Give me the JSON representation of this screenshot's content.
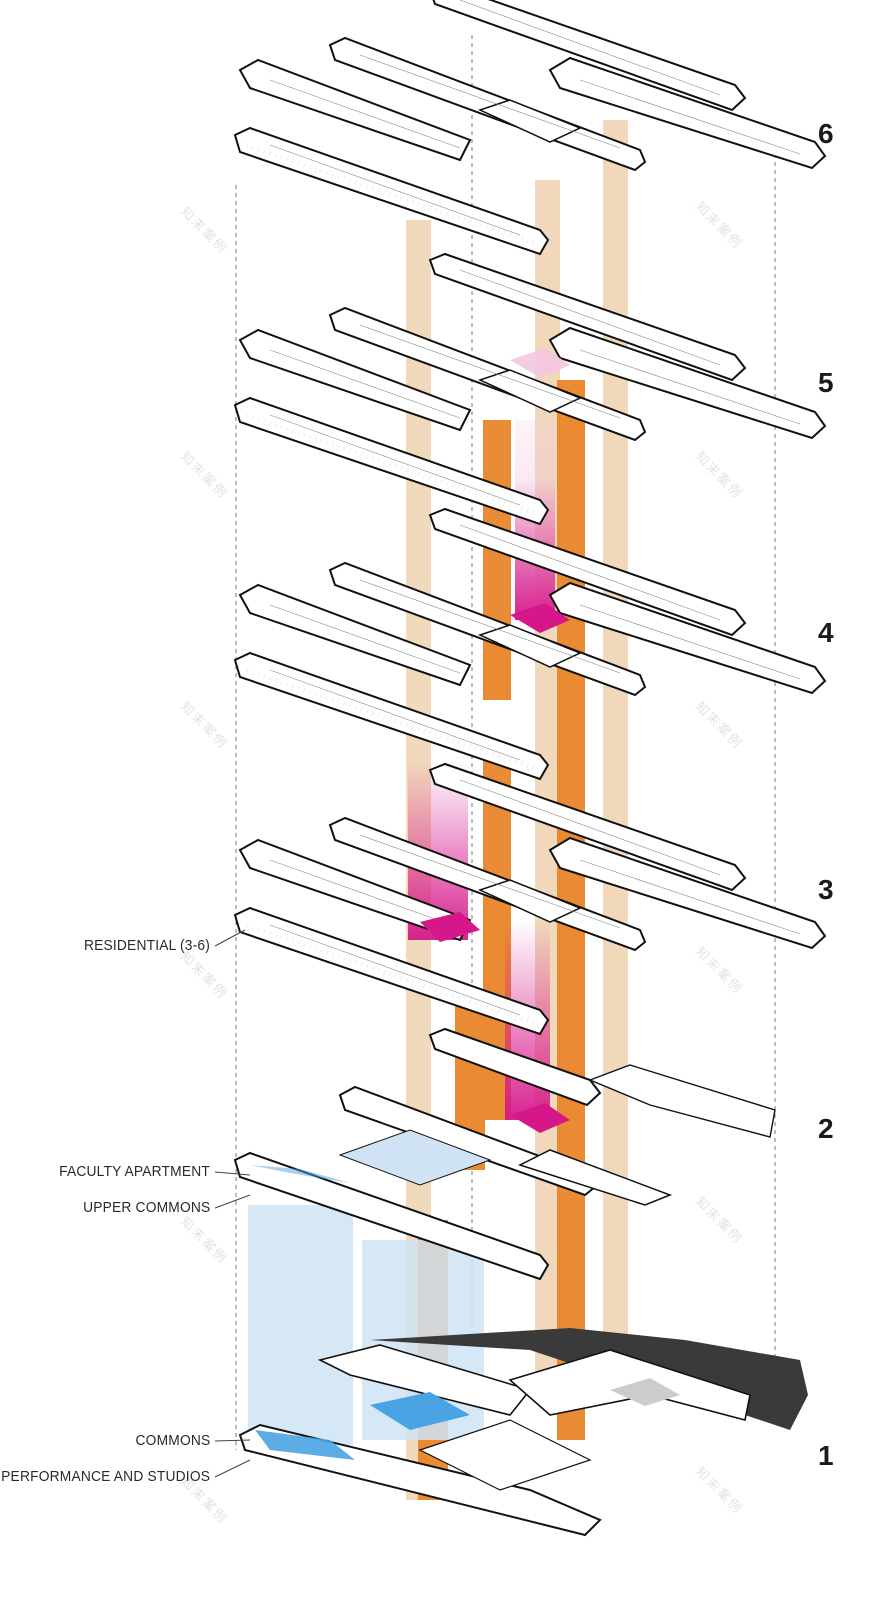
{
  "labels": {
    "residential": "RESIDENTIAL (3-6)",
    "faculty_apartment": "FACULTY APARTMENT",
    "upper_commons": "UPPER COMMONS",
    "commons": "COMMONS",
    "performance_studios": "PERFORMANCE AND STUDIOS"
  },
  "levels": [
    "6",
    "5",
    "4",
    "3",
    "2",
    "1"
  ],
  "watermark": "知末案例",
  "colors": {
    "circulation_core": "#e9852a",
    "service_core": "#efd2b0",
    "residential_lounge": "#d6178a",
    "commons": "#4aa3e2",
    "commons_light": "#cfe3f5",
    "site_shadow": "#3a3a3a",
    "linework": "#111111"
  }
}
